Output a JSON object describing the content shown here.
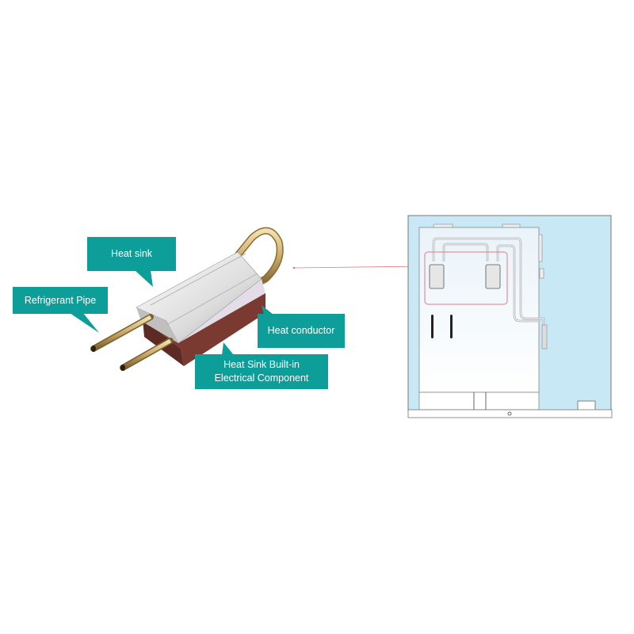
{
  "labels": {
    "heat_sink": "Heat sink",
    "refrigerant_pipe": "Refrigerant Pipe",
    "heat_conductor": "Heat conductor",
    "built_in_line1": "Heat Sink Built-in",
    "built_in_line2": "Electrical Component"
  },
  "colors": {
    "label_bg": "#0e9e9a",
    "panel_bg": "#c9e8f6",
    "highlight": "#e07a86",
    "pipe": "#c9a866",
    "component": "#7a3a32"
  }
}
